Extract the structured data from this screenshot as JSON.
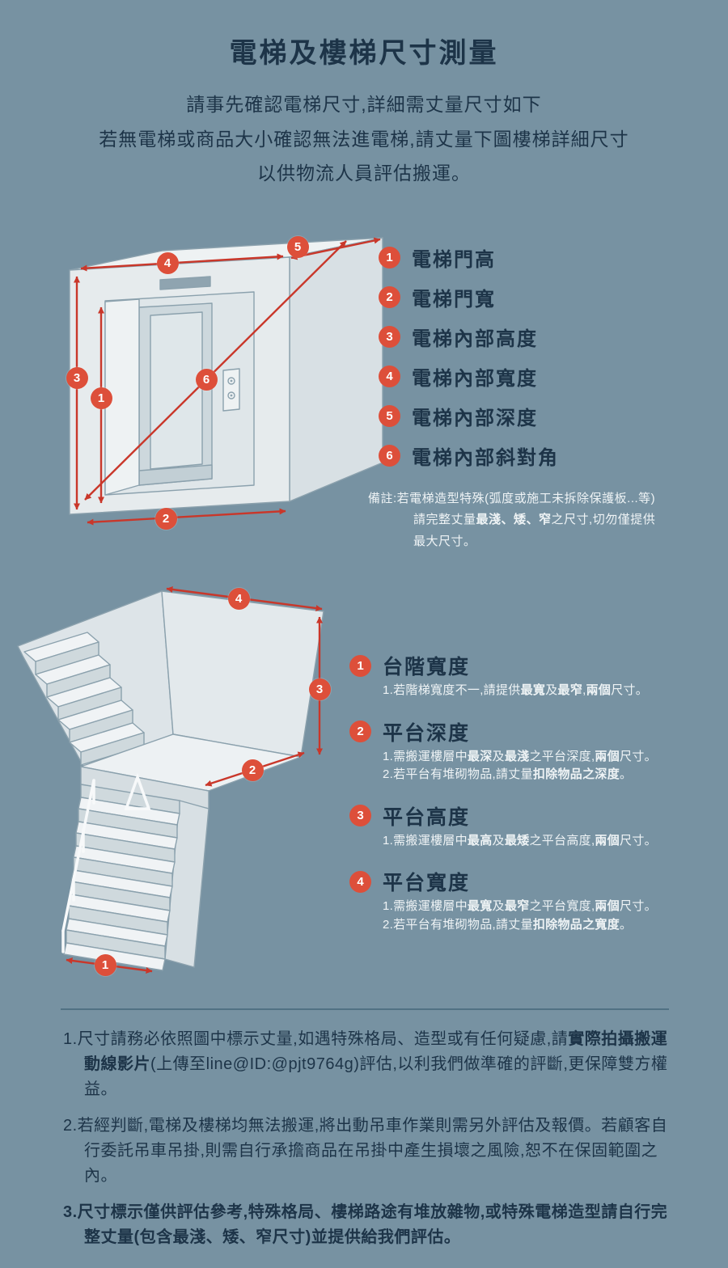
{
  "colors": {
    "background": "#7792a2",
    "text_dark": "#1d3448",
    "text_light": "#eef3f5",
    "measure_line_red": "#c9372a",
    "marker_red": "#dd4f3a",
    "illustration_fill": "#e6ebed",
    "divider": "#517183"
  },
  "header": {
    "title": "電梯及樓梯尺寸測量",
    "intro_lines": [
      "請事先確認電梯尺寸,詳細需丈量尺寸如下",
      "若無電梯或商品大小確認無法進電梯,請丈量下圖樓梯詳細尺寸",
      "以供物流人員評估搬運。"
    ]
  },
  "elevator_section": {
    "figure_markers": [
      "1",
      "2",
      "3",
      "4",
      "5",
      "6"
    ],
    "legend": [
      {
        "num": "1",
        "label": "電梯門高"
      },
      {
        "num": "2",
        "label": "電梯門寬"
      },
      {
        "num": "3",
        "label": "電梯內部高度"
      },
      {
        "num": "4",
        "label": "電梯內部寬度"
      },
      {
        "num": "5",
        "label": "電梯內部深度"
      },
      {
        "num": "6",
        "label": "電梯內部斜對角"
      }
    ],
    "note": {
      "line1": "備註:若電梯造型特殊(弧度或施工未拆除保護板...等)",
      "line2_segs": [
        [
          "請完整丈量",
          0
        ],
        [
          "最淺、矮、窄",
          1
        ],
        [
          "之尺寸,切勿僅提供",
          0
        ]
      ],
      "line3": "最大尺寸。"
    }
  },
  "stairs_section": {
    "figure_markers": [
      "1",
      "2",
      "3",
      "4"
    ],
    "legend": [
      {
        "num": "1",
        "title": "台階寬度",
        "descs": [
          [
            [
              "1.若階梯寬度不一,請提供",
              0
            ],
            [
              "最寬",
              1
            ],
            [
              "及",
              0
            ],
            [
              "最窄",
              1
            ],
            [
              ",",
              0
            ],
            [
              "兩個",
              1
            ],
            [
              "尺寸。",
              0
            ]
          ]
        ]
      },
      {
        "num": "2",
        "title": "平台深度",
        "descs": [
          [
            [
              "1.需搬運樓層中",
              0
            ],
            [
              "最深",
              1
            ],
            [
              "及",
              0
            ],
            [
              "最淺",
              1
            ],
            [
              "之平台深度,",
              0
            ],
            [
              "兩個",
              1
            ],
            [
              "尺寸。",
              0
            ]
          ],
          [
            [
              "2.若平台有堆砌物品,請丈量",
              0
            ],
            [
              "扣除物品之深度",
              1
            ],
            [
              "。",
              0
            ]
          ]
        ]
      },
      {
        "num": "3",
        "title": "平台高度",
        "descs": [
          [
            [
              "1.需搬運樓層中",
              0
            ],
            [
              "最高",
              1
            ],
            [
              "及",
              0
            ],
            [
              "最矮",
              1
            ],
            [
              "之平台高度,",
              0
            ],
            [
              "兩個",
              1
            ],
            [
              "尺寸。",
              0
            ]
          ]
        ]
      },
      {
        "num": "4",
        "title": "平台寬度",
        "descs": [
          [
            [
              "1.需搬運樓層中",
              0
            ],
            [
              "最寬",
              1
            ],
            [
              "及",
              0
            ],
            [
              "最窄",
              1
            ],
            [
              "之平台寬度,",
              0
            ],
            [
              "兩個",
              1
            ],
            [
              "尺寸。",
              0
            ]
          ],
          [
            [
              "2.若平台有堆砌物品,請丈量",
              0
            ],
            [
              "扣除物品之寬度",
              1
            ],
            [
              "。",
              0
            ]
          ]
        ]
      }
    ]
  },
  "footer": {
    "notes": [
      {
        "segs": [
          [
            "1.尺寸請務必依照圖中標示丈量,如遇特殊格局、造型或有任何疑慮,請",
            0
          ],
          [
            "實際拍攝搬運動線影片",
            1
          ],
          [
            "(上傳至line@ID:@pjt9764g)評估,以利我們做準確的評斷,更保障雙方權益。",
            0
          ]
        ]
      },
      {
        "segs": [
          [
            "2.若經判斷,電梯及樓梯均無法搬運,將出動吊車作業則需另外評估及報價。若顧客自行委託吊車吊掛,則需自行承擔商品在吊掛中產生損壞之風險,恕不在保固範圍之內。",
            0
          ]
        ]
      },
      {
        "segs": [
          [
            "3.尺寸標示僅供評估參考,特殊格局、樓梯路途有堆放雜物,或特殊電梯造型請自行完整丈量(包含最淺、矮、窄尺寸)並提供給我們評估。",
            1
          ]
        ]
      }
    ]
  }
}
